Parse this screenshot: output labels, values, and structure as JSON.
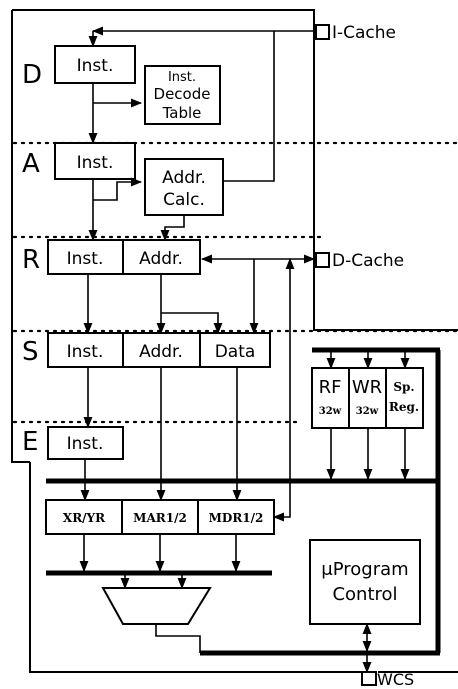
{
  "stages": [
    "D",
    "A",
    "R",
    "S",
    "E"
  ],
  "boxes": {
    "d_inst": "Inst.",
    "decode_table": [
      "Inst.",
      "Decode",
      "Table"
    ],
    "a_inst": "Inst.",
    "addr_calc": [
      "Addr.",
      "Calc."
    ],
    "r_inst": "Inst.",
    "r_addr": "Addr.",
    "s_inst": "Inst.",
    "s_addr": "Addr.",
    "s_data": "Data",
    "e_inst": "Inst.",
    "xr_yr": "XR/YR",
    "mar": "MAR1/2",
    "mdr": "MDR1/2",
    "rf": [
      "RF",
      "32w"
    ],
    "wr": [
      "WR",
      "32w"
    ],
    "sp_reg": [
      "Sp.",
      "Reg."
    ],
    "uprogram": [
      "μProgram",
      "Control"
    ]
  },
  "ports": {
    "icache": "I-Cache",
    "dcache": "D-Cache",
    "wcs": "WCS"
  }
}
